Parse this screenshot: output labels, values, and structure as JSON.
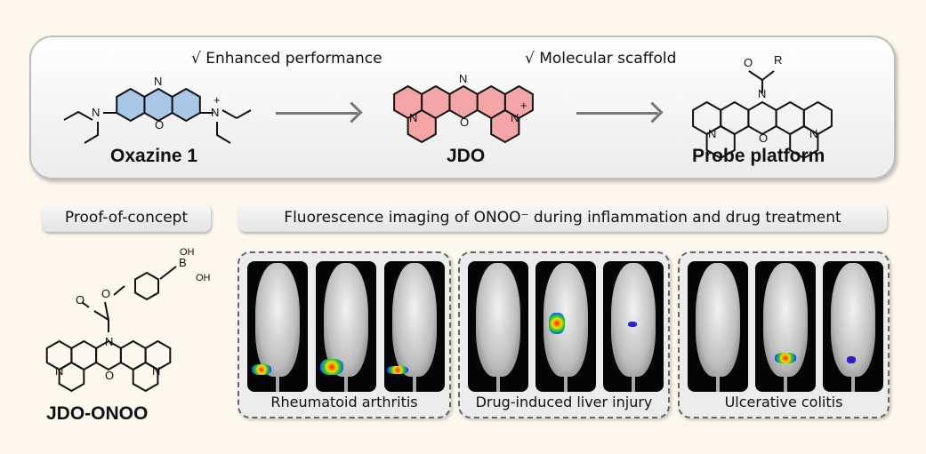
{
  "top": {
    "note1": "√ Enhanced performance",
    "note2": "√ Molecular scaffold",
    "molecules": {
      "oxazine": {
        "name": "Oxazine 1",
        "atoms": {
          "n_top": "N",
          "o": "O",
          "n_left": "N",
          "n_right": "N",
          "plus": "+"
        },
        "fill": "#a9c8e8"
      },
      "jdo": {
        "name": "JDO",
        "atoms": {
          "n_top": "N",
          "o": "O",
          "n_left": "N",
          "n_right": "N",
          "plus": "+"
        },
        "fill": "#f4a5a5"
      },
      "probe": {
        "name": "Probe platform",
        "atoms": {
          "n_top": "N",
          "o": "O",
          "n_left": "N",
          "n_right": "N",
          "r": "R",
          "carbonyl_o": "O"
        }
      }
    }
  },
  "left": {
    "pill": "Proof-of-concept",
    "molecule": {
      "name": "JDO-ONOO",
      "atoms": {
        "n_top": "N",
        "o": "O",
        "n_left": "N",
        "n_right": "N",
        "ester_o": "O",
        "carbonyl_o": "O",
        "b": "B",
        "oh1": "OH",
        "oh2": "OH"
      }
    }
  },
  "imaging": {
    "pill": "Fluorescence imaging of ONOO⁻ during inflammation and drug treatment",
    "groups": [
      {
        "label": "Rheumatoid arthritis"
      },
      {
        "label": "Drug-induced liver injury"
      },
      {
        "label": "Ulcerative colitis"
      }
    ]
  }
}
